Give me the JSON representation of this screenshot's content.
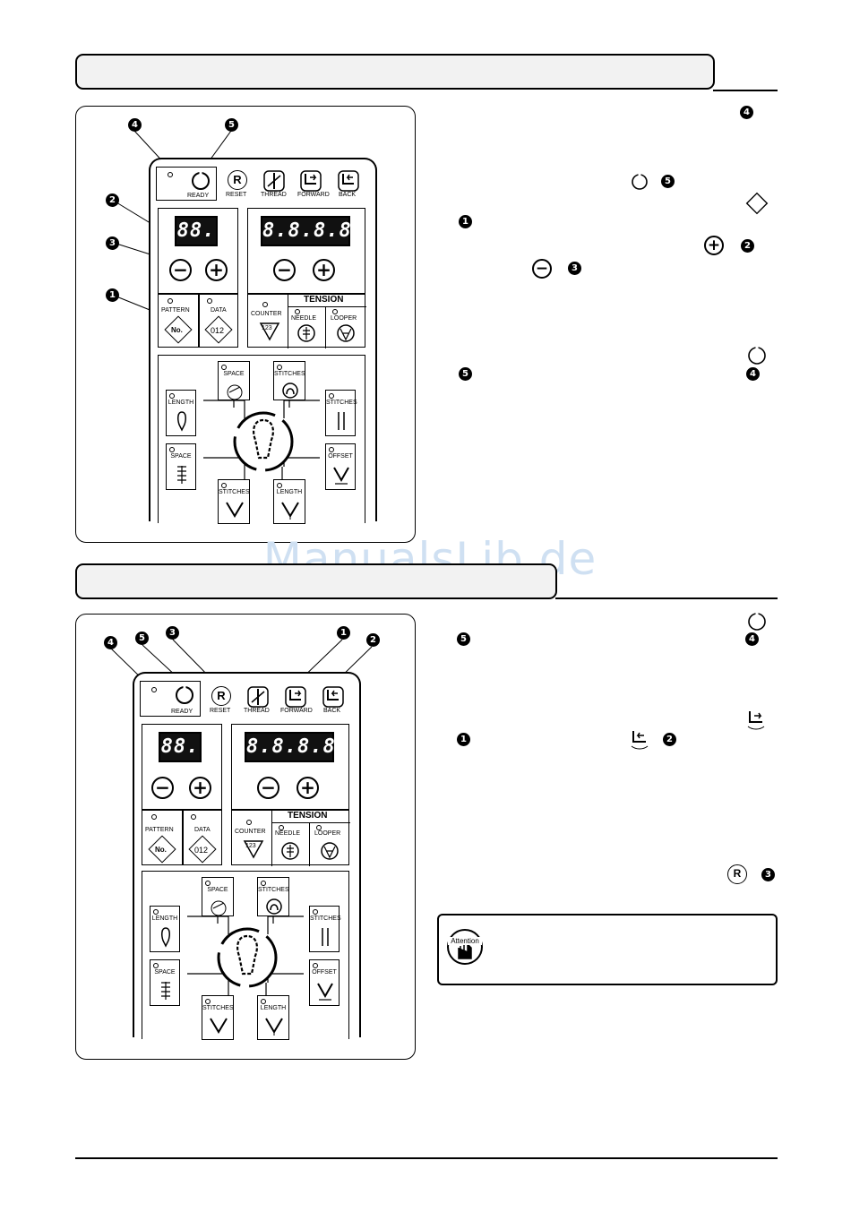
{
  "panel_labels": {
    "ready": "READY",
    "reset_letter": "R",
    "reset": "RESET",
    "thread": "THREAD",
    "forward": "FORWARD",
    "back": "BACK",
    "lcd_small": "88.",
    "lcd_large": "8.8.8.8.",
    "minus": "−",
    "plus": "+",
    "pattern": "PATTERN",
    "pattern_no": "No.",
    "data": "DATA",
    "data_val": "012",
    "counter": "COUNTER",
    "counter_val": "123",
    "tension": "TENSION",
    "needle": "NEEDLE",
    "looper": "LOOPER",
    "space": "SPACE",
    "stitches": "STITCHES",
    "length": "LENGTH",
    "offset": "OFFSET"
  },
  "callout_numbers": [
    "1",
    "2",
    "3",
    "4",
    "5"
  ],
  "attention_label": "Attention",
  "watermark": "ManualsLib.de"
}
